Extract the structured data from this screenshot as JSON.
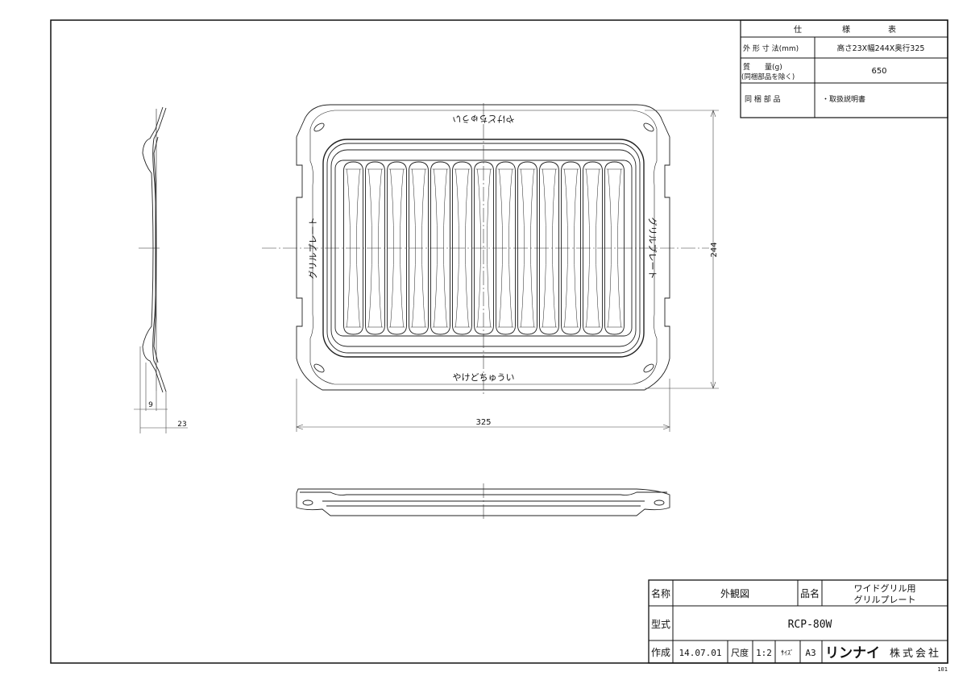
{
  "spec_table": {
    "header": [
      "仕",
      "様",
      "表"
    ],
    "rows": [
      {
        "label": "外 形 寸 法(mm)",
        "label2": "",
        "value": "高さ23X幅244X奥行325"
      },
      {
        "label": "質　　量(g)",
        "label2": "(同梱部品を除く)",
        "value": "650"
      },
      {
        "label": "同 梱 部 品",
        "label2": "",
        "value": "・取扱説明書"
      }
    ]
  },
  "drawing": {
    "plate_text_top": "やけどちゅうい",
    "plate_text_bottom": "やけどちゅうい",
    "plate_text_left": "グリルプレート",
    "plate_text_right": "グリルプレート",
    "rib_count": 13,
    "dim_height": "244",
    "dim_width": "325",
    "dim_side_inner": "9",
    "dim_side_total": "23"
  },
  "title_block": {
    "name_label": "名称",
    "name_value": "外観図",
    "product_label": "品名",
    "product_line1": "ワイドグリル用",
    "product_line2": "グリルプレート",
    "model_label": "型式",
    "model_value": "RCP-80W",
    "created_label": "作成",
    "created_value": "14.07.01",
    "scale_label": "尺度",
    "scale_value": "1:2",
    "size_label": "ｻｲｽﾞ",
    "size_value": "A3",
    "company_logo": "リンナイ",
    "company_suffix": "株式会社",
    "sheet_code": "101"
  }
}
